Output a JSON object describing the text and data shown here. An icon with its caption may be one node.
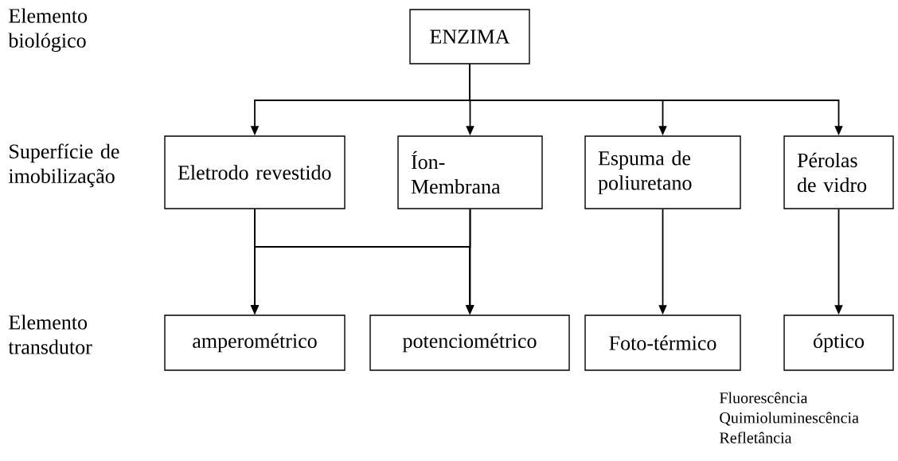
{
  "diagram": {
    "nodes": [
      {
        "text": [
          "ENZIMA"
        ]
      },
      {
        "text": [
          "Eletrodo revestido"
        ]
      },
      {
        "text": [
          "Íon-Membrana"
        ]
      },
      {
        "text": [
          "Espuma de poliuretano"
        ]
      },
      {
        "text": [
          "Pérolas de vidro"
        ]
      },
      {
        "text": [
          "amperométrico"
        ]
      },
      {
        "text": [
          "potenciométrico"
        ]
      },
      {
        "text": [
          "Foto-térmico"
        ]
      },
      {
        "text": [
          "óptico"
        ],
        "beside": [
          "Fluorescência",
          "Quimioluminescência",
          "Refletância"
        ]
      }
    ],
    "edges": [
      {
        "from": 0,
        "to": 1,
        "arrow": "to"
      },
      {
        "from": 0,
        "to": 2,
        "arrow": "to"
      },
      {
        "from": 0,
        "to": 3,
        "arrow": "to"
      },
      {
        "from": 0,
        "to": 4,
        "arrow": "to"
      },
      {
        "from": 1,
        "to": 5,
        "arrow": "to"
      },
      {
        "from": 1,
        "to": 6,
        "arrow": "to"
      },
      {
        "from": 2,
        "to": 5,
        "arrow": "to"
      },
      {
        "from": 2,
        "to": 6,
        "arrow": "to"
      },
      {
        "from": 3,
        "to": 7,
        "arrow": "to"
      },
      {
        "from": 4,
        "to": 8,
        "arrow": "to"
      }
    ],
    "labels": [
      "Elemento biológico",
      "Superfície de imobilização",
      "Elemento transdutor"
    ]
  }
}
